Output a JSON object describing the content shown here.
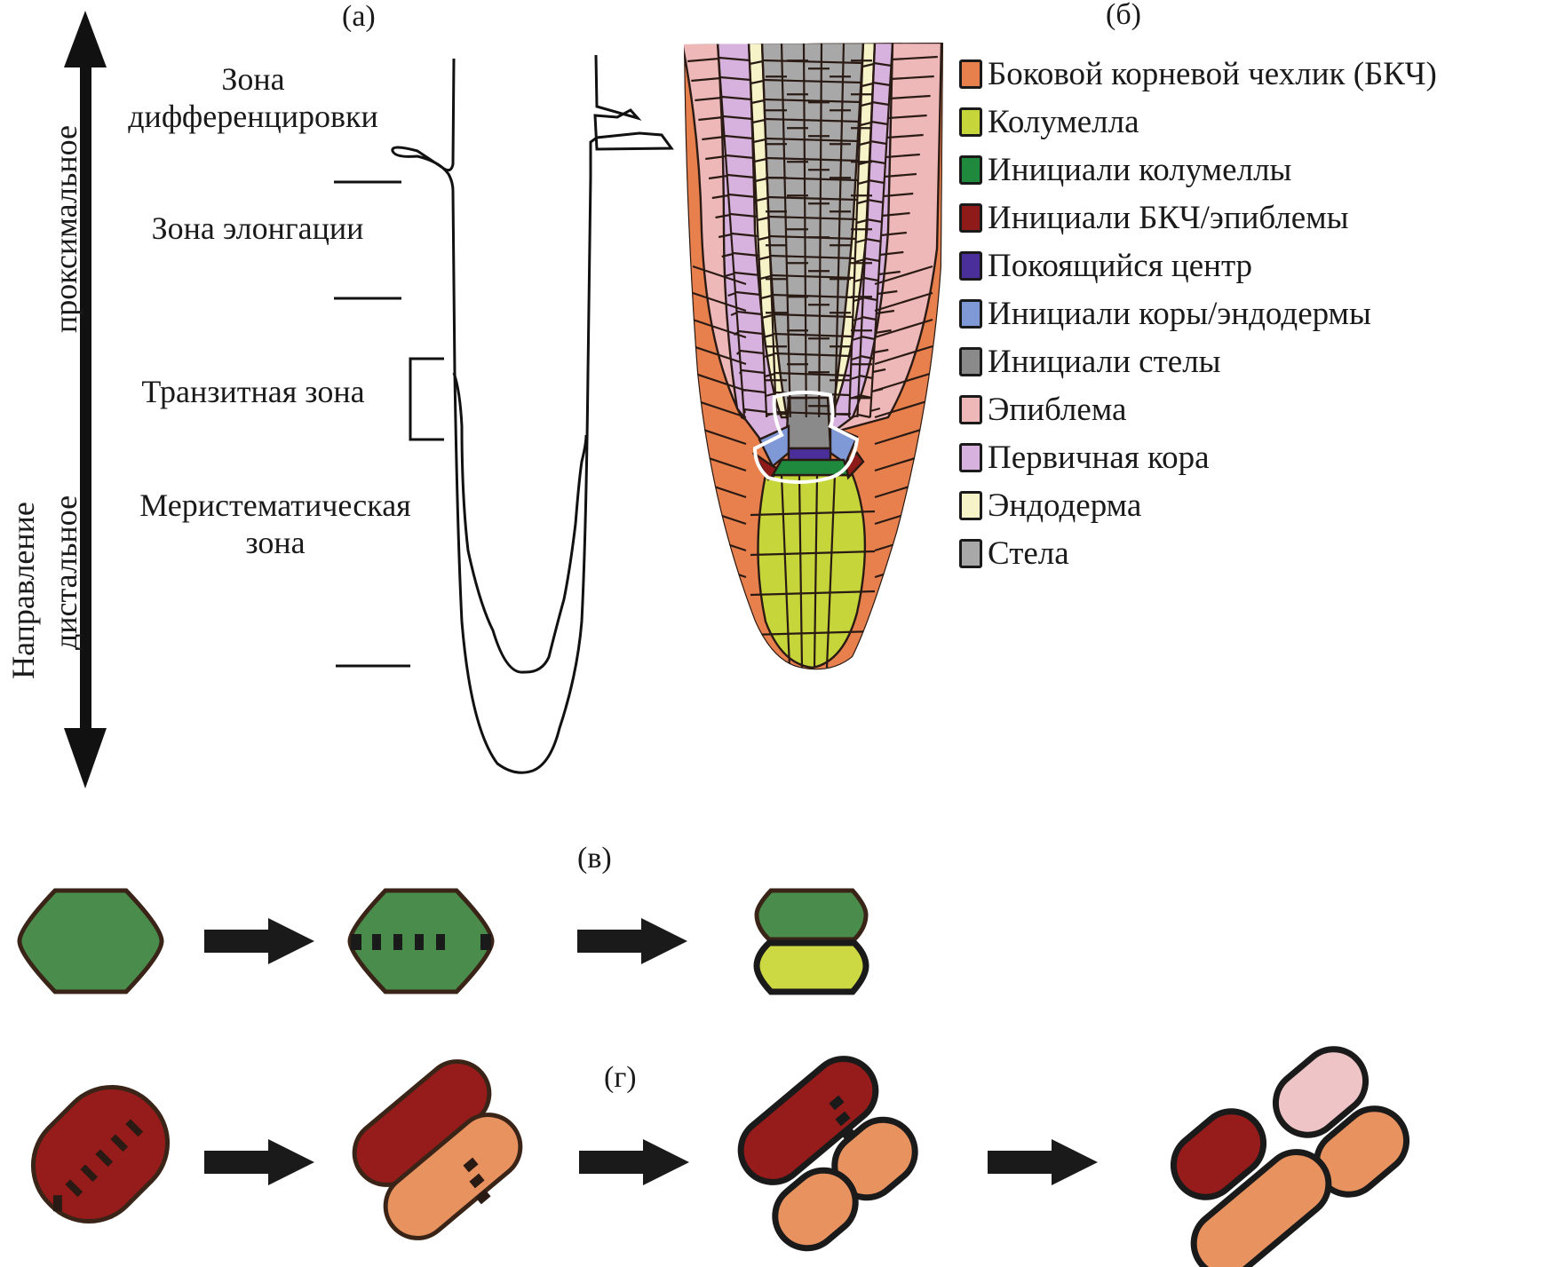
{
  "panels": {
    "a": {
      "label": "(а)"
    },
    "b": {
      "label": "(б)"
    },
    "c": {
      "label": "(в)"
    },
    "d": {
      "label": "(г)"
    }
  },
  "axis": {
    "title": "Направление",
    "up_label": "проксимальное",
    "down_label": "дистальное"
  },
  "zones": [
    {
      "id": "differentiation",
      "lines": [
        "Зона",
        "дифференцировки"
      ]
    },
    {
      "id": "elongation",
      "lines": [
        "Зона элонгации"
      ]
    },
    {
      "id": "transition",
      "lines": [
        "Транзитная зона"
      ]
    },
    {
      "id": "meristem",
      "lines": [
        "Меристематическая",
        "зона"
      ]
    }
  ],
  "legend": [
    {
      "label": "Боковой корневой чехлик (БКЧ)",
      "color": "#e8804e"
    },
    {
      "label": "Колумелла",
      "color": "#c6d63a"
    },
    {
      "label": "Инициали колумеллы",
      "color": "#1f8a3e"
    },
    {
      "label": "Инициали БКЧ/эпиблемы",
      "color": "#8e1a1a"
    },
    {
      "label": "Покоящийся центр",
      "color": "#4a2e9a"
    },
    {
      "label": "Инициали коры/эндодермы",
      "color": "#7f98d6"
    },
    {
      "label": "Инициали стелы",
      "color": "#8a8a8a"
    },
    {
      "label": "Эпиблема",
      "color": "#eeb8b8"
    },
    {
      "label": "Первичная кора",
      "color": "#d7b2de"
    },
    {
      "label": "Эндодерма",
      "color": "#f6f3c8"
    },
    {
      "label": "Стела",
      "color": "#a8a8a8"
    }
  ],
  "colors": {
    "outline": "#1a1a1a",
    "cell_border": "#3a2418",
    "columella_initial_cell": "#4a8c4c",
    "columella_cell": "#cdd943",
    "lrc_epi_initial_cell": "#951c1a",
    "lrc_cell": "#e8925f",
    "epidermis_cell": "#eec4c6",
    "arrow": "#1a1a1a"
  }
}
